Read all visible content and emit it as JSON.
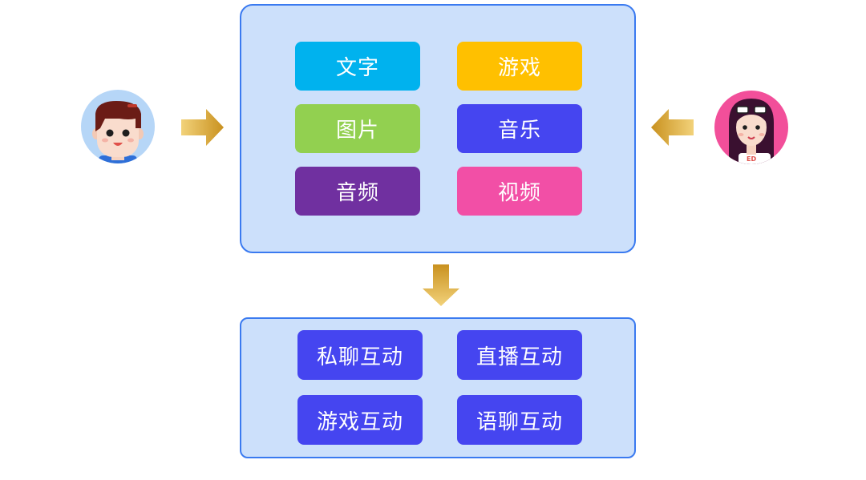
{
  "content_types": [
    {
      "label": "文字",
      "color": "#00b2ee"
    },
    {
      "label": "游戏",
      "color": "#ffc000"
    },
    {
      "label": "图片",
      "color": "#92d050"
    },
    {
      "label": "音乐",
      "color": "#4545f0"
    },
    {
      "label": "音频",
      "color": "#7030a0"
    },
    {
      "label": "视频",
      "color": "#f24fa6"
    }
  ],
  "interaction_types": [
    {
      "label": "私聊互动",
      "color": "#4545f0"
    },
    {
      "label": "直播互动",
      "color": "#4545f0"
    },
    {
      "label": "游戏互动",
      "color": "#4545f0"
    },
    {
      "label": "语聊互动",
      "color": "#4545f0"
    }
  ],
  "colors": {
    "panel_fill": "#cce0fb",
    "panel_border": "#3a7af0",
    "arrow_gold": "#e6b43c"
  },
  "icons": {
    "left_user": "male-user-avatar-icon",
    "right_user": "female-user-avatar-icon",
    "arrow_right": "arrow-right-icon",
    "arrow_left": "arrow-left-icon",
    "arrow_down": "arrow-down-icon"
  }
}
